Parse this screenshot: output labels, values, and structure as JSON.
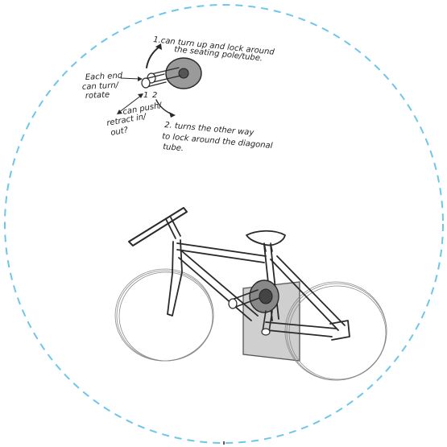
{
  "annotations": {
    "note_1_line1": "1.can turn up and lock around",
    "note_1_line2": "the seating pole/tube.",
    "note_each_line1": "Each end",
    "note_each_line2": "can turn/",
    "note_each_line3": "rotate",
    "label_num1": "1",
    "label_num2": "2",
    "note_push_line1": "can push/",
    "note_push_line2": "retract in/",
    "note_push_line3": "out?",
    "note_2_line1": "2. turns the other way",
    "note_2_line2": "to lock around the diagonal",
    "note_2_line3": "tube."
  },
  "colors": {
    "border_dash": "#6ec6ea",
    "ink": "#2a2a2a",
    "hub_gray": "#8c8c8c",
    "plate_gray": "#cfcfcf"
  }
}
